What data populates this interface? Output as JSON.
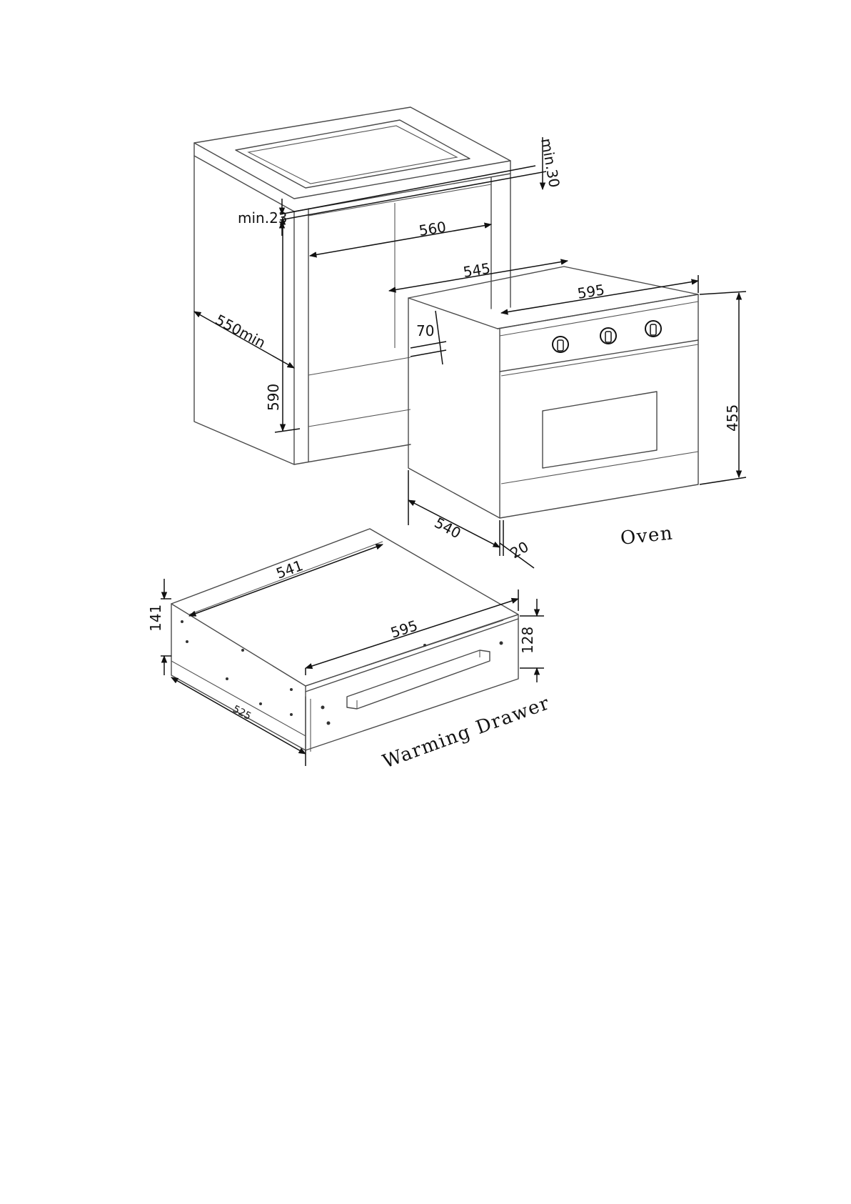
{
  "labels": {
    "oven": "Oven",
    "warming_drawer": "Warming Drawer"
  },
  "cabinet_dims": {
    "gap_top": "min.30",
    "gap_side": "min.23",
    "opening_width": "560",
    "depth": "550min",
    "opening_height": "590"
  },
  "oven_dims": {
    "depth_top": "545",
    "width": "595",
    "panel_depth": "70",
    "height": "455",
    "body_depth": "540",
    "front_thickness": "20"
  },
  "drawer_dims": {
    "depth_top": "541",
    "width": "595",
    "height_total": "141",
    "height_front": "128",
    "body_depth": "525"
  }
}
